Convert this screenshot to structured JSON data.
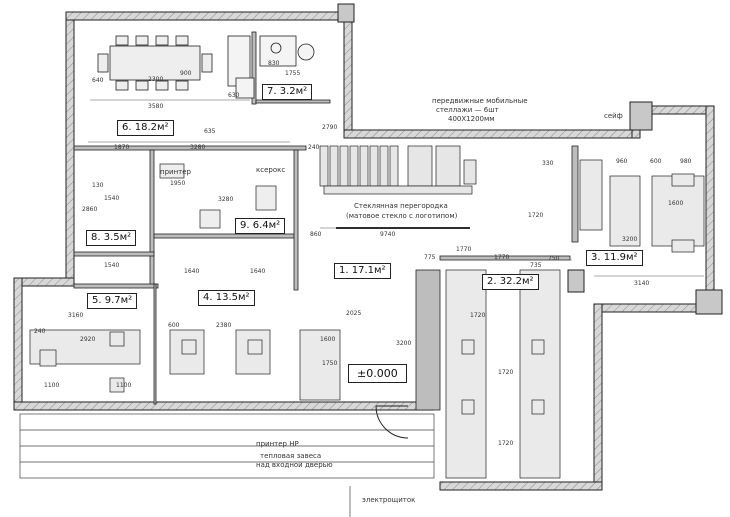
{
  "rooms": [
    {
      "label": "1. 17.1м²"
    },
    {
      "label": "2. 32.2м²"
    },
    {
      "label": "3. 11.9м²"
    },
    {
      "label": "4. 13.5м²"
    },
    {
      "label": "5. 9.7м²"
    },
    {
      "label": "6. 18.2м²"
    },
    {
      "label": "7. 3.2м²"
    },
    {
      "label": "8. 3.5м²"
    },
    {
      "label": "9. 6.4м²"
    }
  ],
  "level_mark": "±0.000",
  "notes": {
    "mobile_racks_1": "передвижные мобильные",
    "mobile_racks_2": "стеллажи — 6шт",
    "mobile_racks_3": "400X1200мм",
    "glass_1": "Стеклянная перегородка",
    "glass_2": "(матовое стекло с логотипом)",
    "safe": "сейф",
    "printer_top": "принтер",
    "xerox": "ксерокс",
    "printer_hp": "принтер НР",
    "heat_curtain_1": "тепловая завеса",
    "heat_curtain_2": "над входной дверью",
    "panel": "электрощиток"
  },
  "dimensions": {
    "d_2300": "2300",
    "d_3580": "3580",
    "d_900": "900",
    "d_640": "640",
    "d_1755": "1755",
    "d_830": "830",
    "d_630": "630",
    "d_3280_top": "3280",
    "d_2790": "2790",
    "d_240_a": "240",
    "d_1870": "1870",
    "d_635": "635",
    "d_1950": "1950",
    "d_3280_mid": "3280",
    "d_1540_a": "1540",
    "d_1540_b": "1540",
    "d_130": "130",
    "d_2860": "2860",
    "d_860": "860",
    "d_9740": "9740",
    "d_775": "775",
    "d_1770": "1770",
    "d_735": "735",
    "d_750": "750",
    "d_1720_a": "1720",
    "d_1720_b": "1720",
    "d_1720_c": "1720",
    "d_1770_b": "1770",
    "d_330": "330",
    "d_1720_d": "1720",
    "d_960": "960",
    "d_600_a": "600",
    "d_980": "980",
    "d_1600": "1600",
    "d_3140": "3140",
    "d_3200_a": "3200",
    "d_1640_a": "1640",
    "d_1640_b": "1640",
    "d_2380": "2380",
    "d_600_b": "600",
    "d_2025": "2025",
    "d_3200_b": "3200",
    "d_240_b": "240",
    "d_2920": "2920",
    "d_3160": "3160",
    "d_1100_a": "1100",
    "d_1100_b": "1100",
    "d_1750": "1750",
    "d_1600_b": "1600"
  }
}
